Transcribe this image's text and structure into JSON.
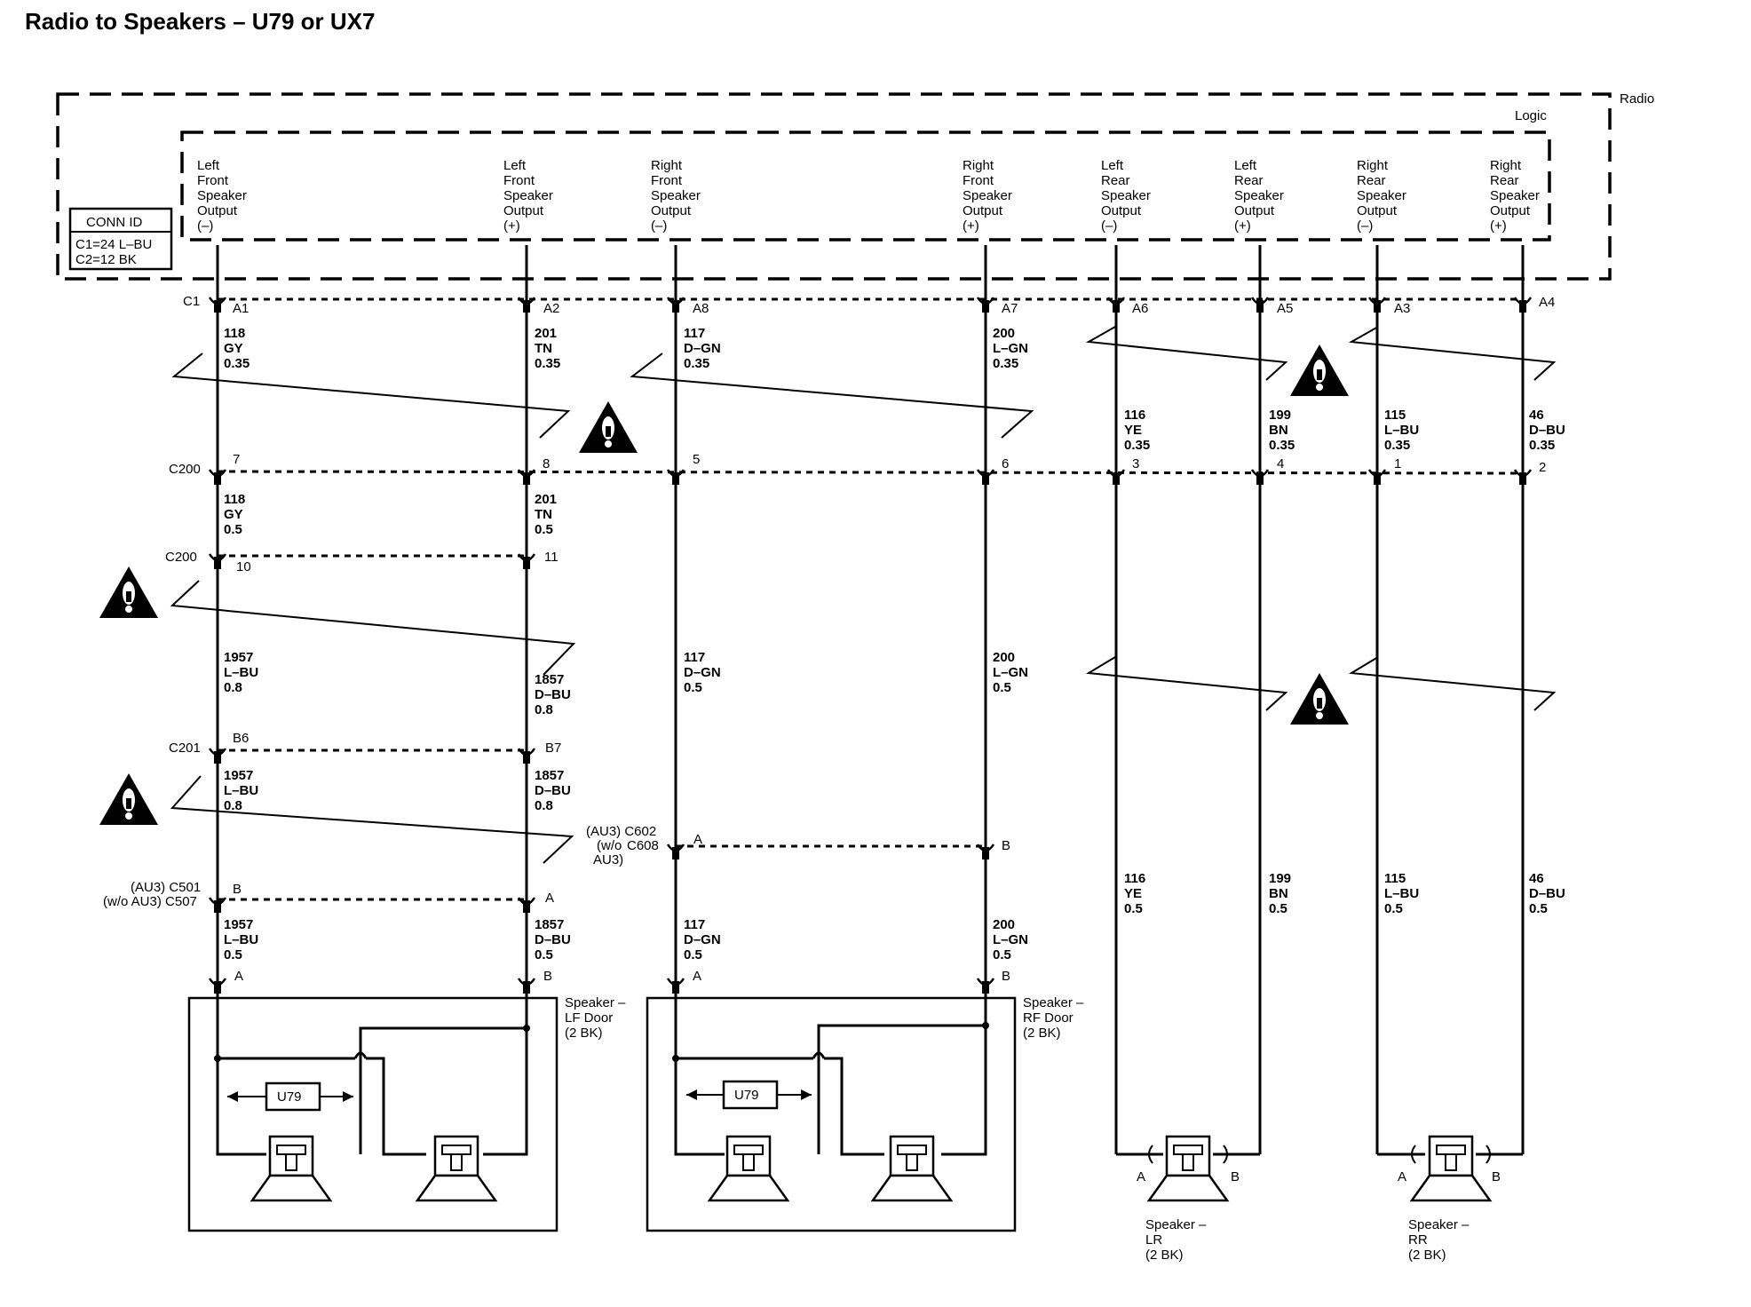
{
  "title": "Radio to Speakers – U79 or UX7",
  "radio_label": "Radio",
  "logic_label": "Logic",
  "conn_id": {
    "title": "CONN ID",
    "c1": "C1=24 L–BU",
    "c2": "C2=12 BK"
  },
  "outputs": [
    [
      "Left",
      "Front",
      "Speaker",
      "Output",
      "(–)"
    ],
    [
      "Left",
      "Front",
      "Speaker",
      "Output",
      "(+)"
    ],
    [
      "Right",
      "Front",
      "Speaker",
      "Output",
      "(–)"
    ],
    [
      "Right",
      "Front",
      "Speaker",
      "Output",
      "(+)"
    ],
    [
      "Left",
      "Rear",
      "Speaker",
      "Output",
      "(–)"
    ],
    [
      "Left",
      "Rear",
      "Speaker",
      "Output",
      "(+)"
    ],
    [
      "Right",
      "Rear",
      "Speaker",
      "Output",
      "(–)"
    ],
    [
      "Right",
      "Rear",
      "Speaker",
      "Output",
      "(+)"
    ]
  ],
  "connectors": {
    "c1": "C1",
    "c1_pins": [
      "A1",
      "A2",
      "A8",
      "A7",
      "A6",
      "A5",
      "A3",
      "A4"
    ],
    "c200a": "C200",
    "c200a_pins": [
      "7",
      "8",
      "5",
      "6",
      "3",
      "4",
      "1",
      "2"
    ],
    "c200b": "C200",
    "c200b_pins": [
      "10",
      "11"
    ],
    "c201": "C201",
    "c201_pins": [
      "B6",
      "B7"
    ],
    "c501_1": "(AU3) C501",
    "c501_2": "(w/o AU3) C507",
    "c501_pins": [
      "B",
      "A"
    ],
    "c602_1": "(AU3) C602",
    "c602_2": "(w/o",
    "c602_3": "C608",
    "c602_4": "AU3)",
    "c602_pins": [
      "A",
      "B"
    ],
    "spk_pins": [
      "A",
      "B",
      "A",
      "B"
    ],
    "rear_pins": [
      "A",
      "B",
      "A",
      "B"
    ]
  },
  "wires": {
    "w1": [
      [
        "118",
        "GY",
        "0.35"
      ],
      [
        "201",
        "TN",
        "0.35"
      ],
      [
        "117",
        "D–GN",
        "0.35"
      ],
      [
        "200",
        "L–GN",
        "0.35"
      ]
    ],
    "w2": [
      [
        "116",
        "YE",
        "0.35"
      ],
      [
        "199",
        "BN",
        "0.35"
      ],
      [
        "115",
        "L–BU",
        "0.35"
      ],
      [
        "46",
        "D–BU",
        "0.35"
      ]
    ],
    "w3": [
      [
        "118",
        "GY",
        "0.5"
      ],
      [
        "201",
        "TN",
        "0.5"
      ]
    ],
    "w4": [
      [
        "1957",
        "L–BU",
        "0.8"
      ],
      [
        "1857",
        "D–BU",
        "0.8"
      ],
      [
        "117",
        "D–GN",
        "0.5"
      ],
      [
        "200",
        "L–GN",
        "0.5"
      ]
    ],
    "w5": [
      [
        "1957",
        "L–BU",
        "0.8"
      ],
      [
        "1857",
        "D–BU",
        "0.8"
      ]
    ],
    "w6": [
      [
        "1957",
        "L–BU",
        "0.5"
      ],
      [
        "1857",
        "D–BU",
        "0.5"
      ],
      [
        "117",
        "D–GN",
        "0.5"
      ],
      [
        "200",
        "L–GN",
        "0.5"
      ]
    ],
    "w7": [
      [
        "116",
        "YE",
        "0.5"
      ],
      [
        "199",
        "BN",
        "0.5"
      ],
      [
        "115",
        "L–BU",
        "0.5"
      ],
      [
        "46",
        "D–BU",
        "0.5"
      ]
    ]
  },
  "speakers": {
    "lf": [
      "Speaker –",
      "LF Door",
      "(2 BK)"
    ],
    "rf": [
      "Speaker –",
      "RF Door",
      "(2 BK)"
    ],
    "lr": [
      "Speaker –",
      "LR",
      "(2 BK)"
    ],
    "rr": [
      "Speaker –",
      "RR",
      "(2 BK)"
    ],
    "u79_label": "U79"
  }
}
